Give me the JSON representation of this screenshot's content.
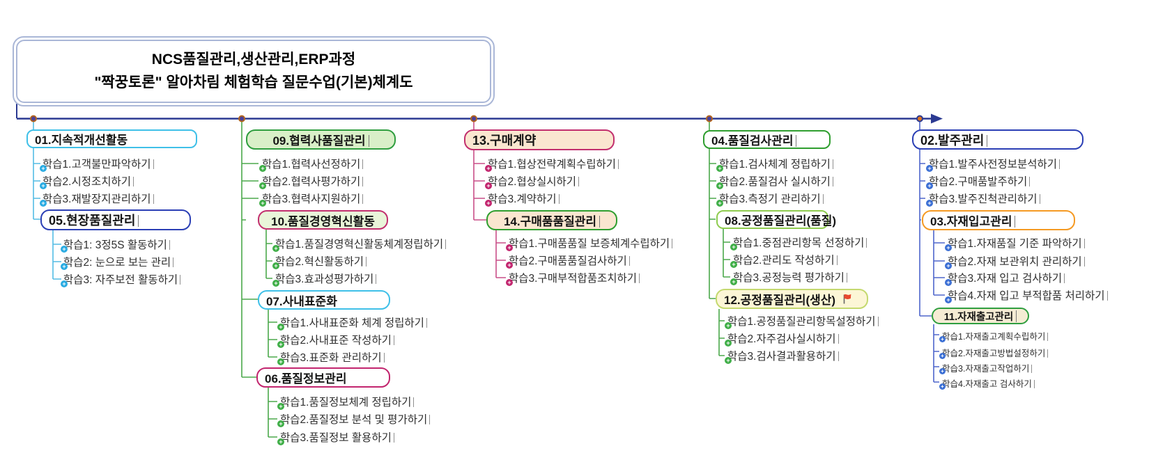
{
  "title": {
    "line1": "NCS품질관리,생산관리,ERP과정",
    "line2": "\"짝꿍토론\" 알아차림 체험학습 질문수업(기본)체계도"
  },
  "icons": {
    "plus_glyph": "+",
    "flag": "red-flag"
  },
  "colors": {
    "main_line": "#2b3a92",
    "node_dot_fill": "#4a4099",
    "node_dot_ring": "#b2641e",
    "end_dot_fill": "#e0751e",
    "branch_lines": {
      "b1": "#53bce4",
      "b2": "#4ba84b",
      "b3": "#c94f88",
      "b4": "#4ba84b",
      "b5": "#4e66cc"
    },
    "plus_badges": {
      "b1": "#29abe2",
      "b2": "#3fae47",
      "b3": "#c2256e",
      "b4": "#3fae47",
      "b5": "#3b6fd4"
    },
    "box_borders": {
      "cyan": "#3fc0e8",
      "blue": "#2b3fb5",
      "green": "#2f9e3f",
      "magenta": "#c2256e",
      "light_green": "#8fcc4f",
      "yellow_green": "#c4d96f",
      "orange": "#f59a23"
    },
    "box_fills": {
      "light_green": "#d9efc8",
      "pale_green": "#e9f5d9",
      "cream": "#fae6d0",
      "pale_yellow": "#fcf6d6",
      "tan": "#f5ecd4",
      "white": "#ffffff"
    },
    "flag": "#e8482e"
  },
  "branches": [
    {
      "box": {
        "label": "01.지속적개선활동"
      },
      "items": [
        "학습1.고객불만파악하기",
        "학습2.시정조치하기",
        "학습3.재발장지관리하기"
      ],
      "subs": [
        {
          "box": {
            "label": "05.현장품질관리"
          },
          "items": [
            "학습1: 3정5S 활동하기",
            "학습2: 눈으로 보는 관리",
            "학습3: 자주보전 활동하기"
          ]
        }
      ]
    },
    {
      "box": {
        "label": "09.협력사품질관리"
      },
      "items": [
        "학습1.협력사선정하기",
        "학습2.협력사평가하기",
        "학습3.협력사지원하기"
      ],
      "subs": [
        {
          "box": {
            "label": "10.품질경영혁신활동"
          },
          "items": [
            "학습1.품질경영혁신활동체계정립하기",
            "학습2.혁신활동하기",
            "학습3.효과성평가하기"
          ]
        },
        {
          "box": {
            "label": "07.사내표준화"
          },
          "items": [
            "학습1.사내표준화 체계 정립하기",
            "학습2.사내표준 작성하기",
            "학습3.표준화 관리하기"
          ]
        },
        {
          "box": {
            "label": "06.품질정보관리"
          },
          "items": [
            "학습1.품질정보체계 정립하기",
            "학습2.품질정보 분석 및 평가하기",
            "학습3.품질정보 활용하기"
          ]
        }
      ]
    },
    {
      "box": {
        "label": "13.구매계약"
      },
      "items": [
        "학습1.협상전략계획수립하기",
        "학습2.협상실시하기",
        "학습3.계약하기"
      ],
      "subs": [
        {
          "box": {
            "label": "14.구매품품질관리"
          },
          "items": [
            "학습1.구매품품질 보증체계수립하기",
            "학습2.구매품품질검사하기",
            "학습3.구매부적합품조치하기"
          ]
        }
      ]
    },
    {
      "box": {
        "label": "04.품질검사관리"
      },
      "items": [
        "학습1.검사체계 정립하기",
        "학습2.품질검사 실시하기",
        "학습3.측정기 관리하기"
      ],
      "subs": [
        {
          "box": {
            "label": "08.공정품질관리(품질)"
          },
          "items": [
            "학습1.중점관리항목 선정하기",
            "학습2.관리도 작성하기",
            "학습3.공정능력 평가하기"
          ]
        },
        {
          "box": {
            "label": "12.공정품질관리(생산)",
            "flag": true
          },
          "items": [
            "학습1.공정품질관리항목설정하기",
            "학습2.자주검사실시하기",
            "학습3.검사결과활용하기"
          ]
        }
      ]
    },
    {
      "box": {
        "label": "02.발주관리"
      },
      "items": [
        "학습1.발주사전정보분석하기",
        "학습2.구매품발주하기",
        "학습3.발주진척관리하기"
      ],
      "subs": [
        {
          "box": {
            "label": "03.자재입고관리"
          },
          "items": [
            "학습1.자재품질 기준 파악하기",
            "학습2.자재 보관위치 관리하기",
            "학습3.자재 입고 검사하기",
            "학습4.자재 입고 부적합품 처리하기"
          ]
        },
        {
          "box": {
            "label": "11.자재출고관리"
          },
          "items": [
            "학습1.자재출고계획수립하기",
            "학습2.자재출고방법설정하기",
            "학습3.자재출고작업하기",
            "학습4.자재출고 검사하기"
          ]
        }
      ]
    }
  ]
}
